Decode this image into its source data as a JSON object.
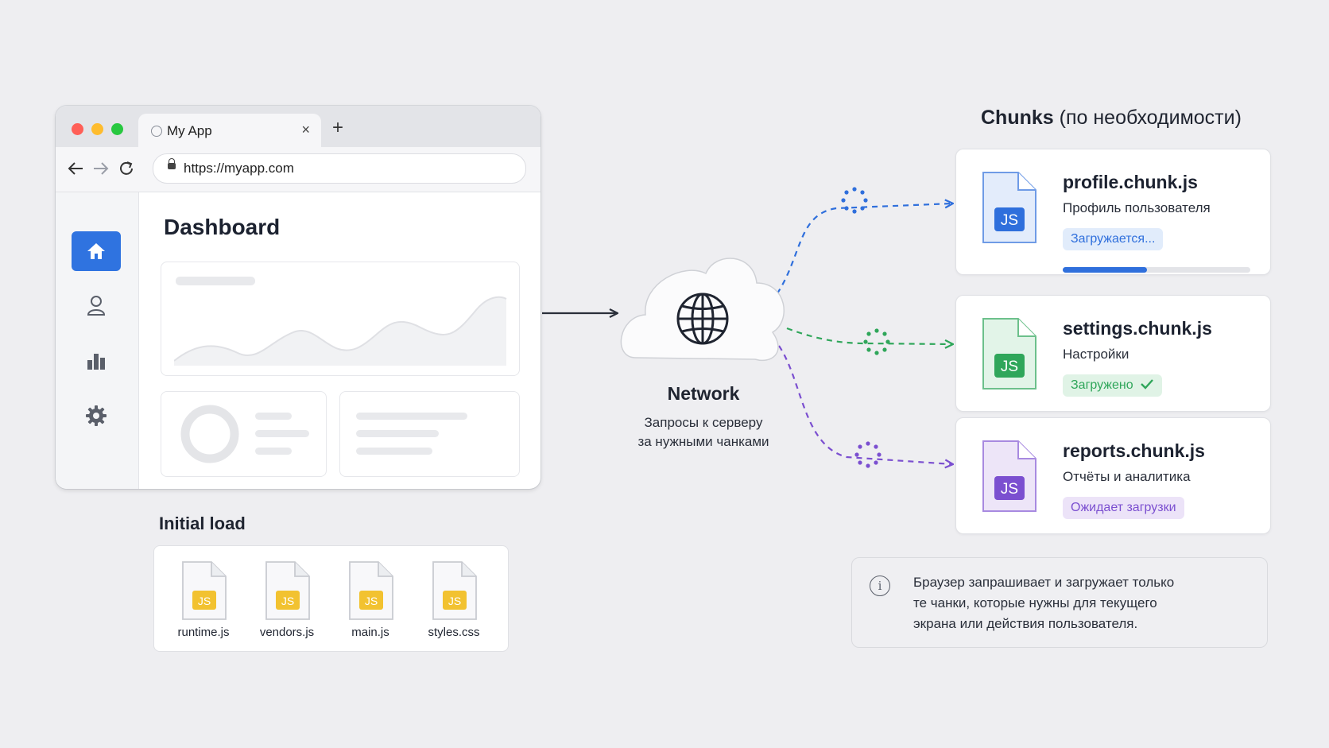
{
  "browser": {
    "tab_title": "My App",
    "tab_close": "×",
    "new_tab": "+",
    "url": "https://myapp.com",
    "page_title": "Dashboard",
    "sidebar_icons": [
      "home-icon",
      "user-icon",
      "bar-chart-icon",
      "gear-icon"
    ],
    "colors": {
      "accent": "#2f73e0",
      "red": "#ff5f57",
      "yellow": "#febc2e",
      "green": "#28c840"
    }
  },
  "initial_load": {
    "label": "Initial load",
    "files": [
      "runtime.js",
      "vendors.js",
      "main.js",
      "styles.css"
    ],
    "file_badge": "JS"
  },
  "network": {
    "title": "Network",
    "subtitle_line1": "Запросы к серверу",
    "subtitle_line2": "за нужными чанками"
  },
  "chunks": {
    "title_bold": "Chunks",
    "title_rest": "(по необходимости)",
    "items": [
      {
        "name": "profile.chunk.js",
        "desc": "Профиль пользователя",
        "status": "Загружается...",
        "progress": 0.45,
        "color": "#2f6fdc",
        "badge": "JS"
      },
      {
        "name": "settings.chunk.js",
        "desc": "Настройки",
        "status": "Загружено",
        "status_icon": "checkmark-icon",
        "color": "#2fa65a",
        "badge": "JS"
      },
      {
        "name": "reports.chunk.js",
        "desc": "Отчёты и аналитика",
        "status": "Ожидает загрузки",
        "color": "#7b4fd0",
        "badge": "JS"
      }
    ]
  },
  "info": {
    "icon": "i",
    "text_line1": "Браузер запрашивает и загружает только",
    "text_line2": "те чанки, которые нужны для текущего",
    "text_line3": "экрана или действия пользователя."
  }
}
